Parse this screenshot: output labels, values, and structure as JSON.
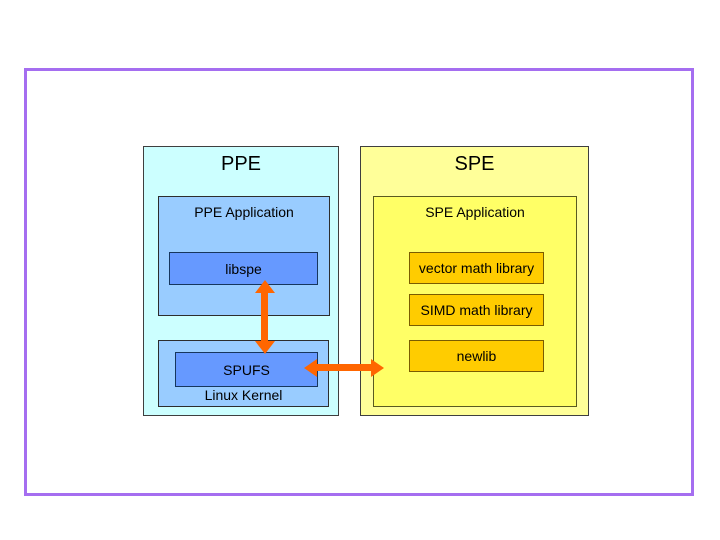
{
  "diagram": {
    "ppe": {
      "title": "PPE",
      "application": {
        "title": "PPE Application",
        "library": "libspe"
      },
      "kernel": {
        "title": "Linux Kernel",
        "module": "SPUFS"
      }
    },
    "spe": {
      "title": "SPE",
      "application": {
        "title": "SPE Application",
        "libraries": [
          "vector math library",
          "SIMD math library",
          "newlib"
        ]
      }
    },
    "arrows": [
      {
        "name": "libspe-spufs",
        "style": "double-headed",
        "orientation": "vertical"
      },
      {
        "name": "spufs-spe",
        "style": "double-headed",
        "orientation": "horizontal"
      }
    ]
  },
  "colors": {
    "frame": "#a56ef0",
    "ppe_outer": "#ccffff",
    "ppe_inner": "#99ccff",
    "blue_box": "#6699ff",
    "spe_outer": "#ffff99",
    "spe_inner": "#ffff66",
    "gold_box": "#ffcc00",
    "arrow": "#ff6600",
    "text": "#000000"
  }
}
